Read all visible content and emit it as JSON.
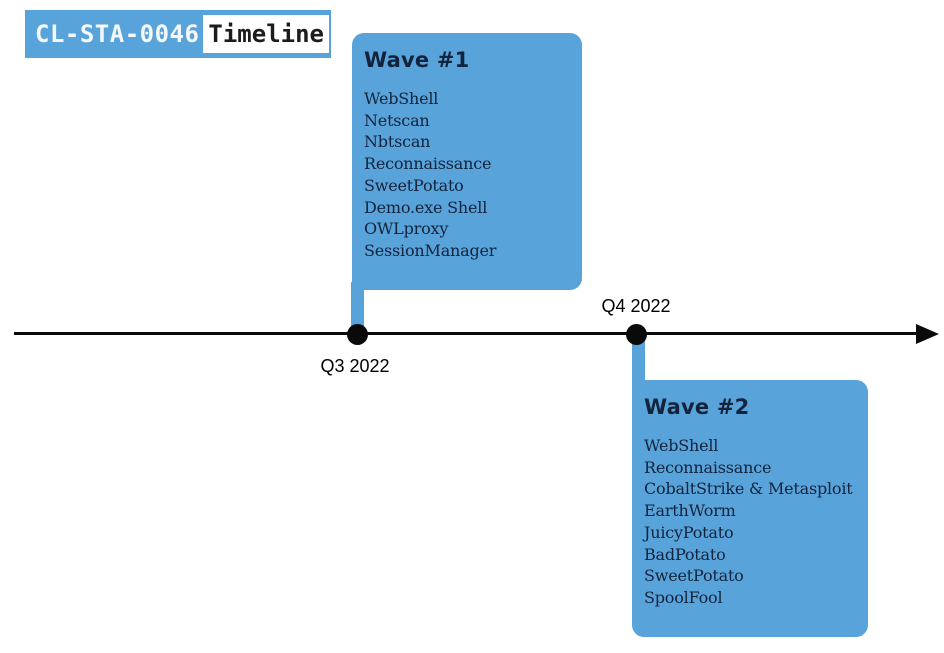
{
  "header": {
    "badge_label": "CL-STA-0046",
    "title": "Timeline"
  },
  "timeline": {
    "events": [
      {
        "label": "Q3 2022",
        "wave_title": "Wave #1",
        "wave_position": "above-axis",
        "wave_items": [
          "WebShell",
          "Netscan",
          "Nbtscan",
          "Reconnaissance",
          "SweetPotato",
          "Demo.exe Shell",
          "OWLproxy",
          "SessionManager"
        ]
      },
      {
        "label": "Q4 2022",
        "wave_title": "Wave #2",
        "wave_position": "below-axis",
        "wave_items": [
          "WebShell",
          "Reconnaissance",
          "CobaltStrike & Metasploit",
          "EarthWorm",
          "JuicyPotato",
          "BadPotato",
          "SweetPotato",
          "SpoolFool"
        ]
      }
    ]
  },
  "colors": {
    "accent_blue": "#58a3da",
    "dark_navy_text": "#14233c",
    "line_black": "#0a0a0a"
  }
}
